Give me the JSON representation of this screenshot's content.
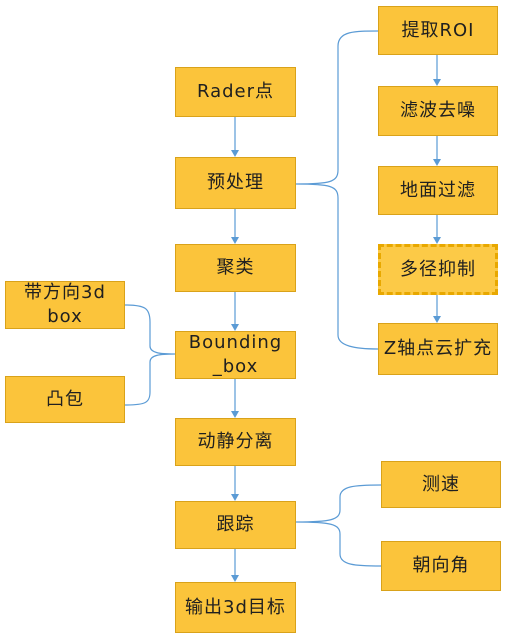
{
  "colors": {
    "node_fill": "#fbc43b",
    "node_border": "#d9a21a",
    "connector": "#5b9bd5"
  },
  "main_flow": {
    "rader_points": "Rader点",
    "preprocess": "预处理",
    "clustering": "聚类",
    "bounding_box": "Bounding _box",
    "static_dynamic_separation": "动静分离",
    "tracking": "跟踪",
    "output_3d_target": "输出3d目标"
  },
  "preprocess_branch": {
    "extract_roi": "提取ROI",
    "filter_denoise": "滤波去噪",
    "ground_filter": "地面过滤",
    "multipath_suppression": "多径抑制",
    "z_axis_expand": "Z轴点云扩充"
  },
  "bbox_inputs": {
    "oriented_3d_box": "带方向3d box",
    "convex_hull": "凸包"
  },
  "tracking_outputs": {
    "velocity": "测速",
    "heading_angle": "朝向角"
  }
}
